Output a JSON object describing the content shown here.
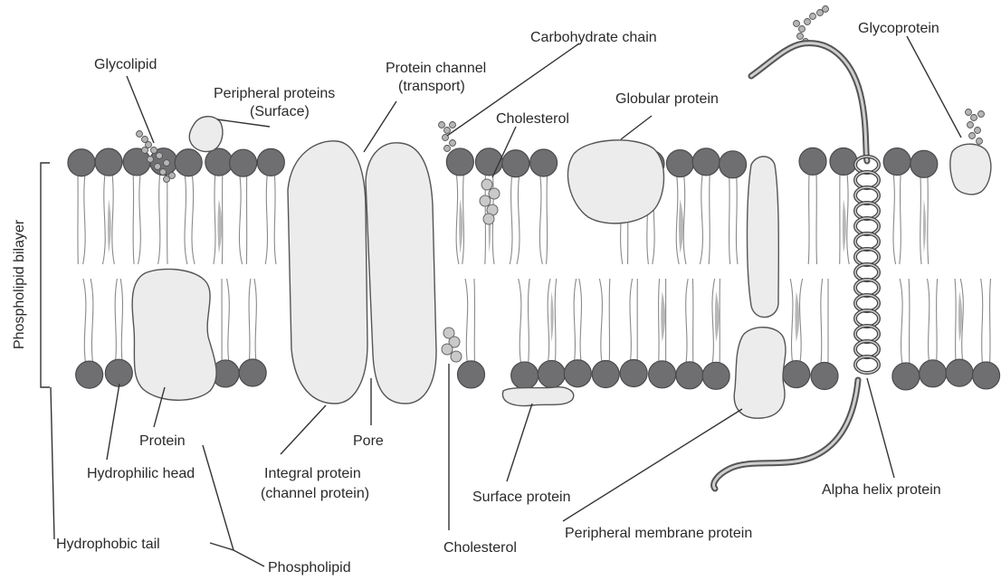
{
  "labels": {
    "glycolipid": "Glycolipid",
    "peripheral_proteins_1": "Peripheral proteins",
    "peripheral_proteins_2": "(Surface)",
    "protein_channel_1": "Protein channel",
    "protein_channel_2": "(transport)",
    "carbohydrate_chain": "Carbohydrate chain",
    "glycoprotein": "Glycoprotein",
    "cholesterol_top": "Cholesterol",
    "globular_protein": "Globular protein",
    "phospholipid_bilayer": "Phospholipid bilayer",
    "protein": "Protein",
    "pore": "Pore",
    "hydrophilic_head": "Hydrophilic head",
    "integral_protein_1": "Integral protein",
    "integral_protein_2": "(channel protein)",
    "surface_protein": "Surface protein",
    "alpha_helix_protein": "Alpha helix protein",
    "hydrophobic_tail": "Hydrophobic tail",
    "cholesterol_bottom": "Cholesterol",
    "peripheral_membrane_protein": "Peripheral membrane protein",
    "phospholipid": "Phospholipid"
  },
  "colors": {
    "head": "#6f6f72",
    "protein_fill": "#ececec",
    "tail": "#8a8a8a",
    "text": "#2a2a2a"
  }
}
